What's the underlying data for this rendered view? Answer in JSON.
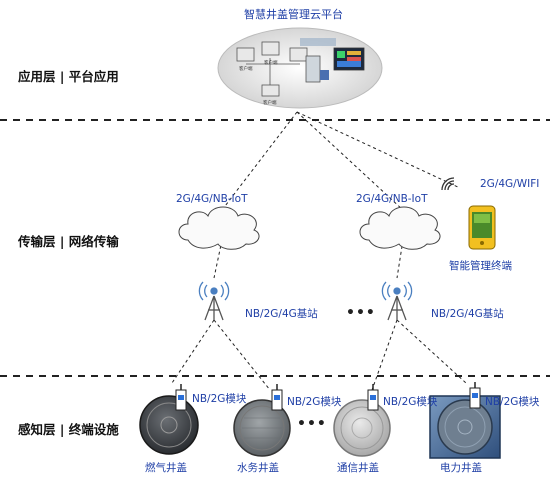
{
  "platform": {
    "title": "智慧井盖管理云平台"
  },
  "layers": {
    "application": "应用层 | 平台应用",
    "transport": "传输层 | 网络传输",
    "perception": "感知层 | 终端设施"
  },
  "network": {
    "cloud_left": "2G/4G/NB-IoT",
    "cloud_right": "2G/4G/NB-IoT",
    "wifi": "2G/4G/WIFI",
    "terminal": "智能管理终端",
    "station_left": "NB/2G/4G基站",
    "station_right": "NB/2G/4G基站",
    "ellipsis_mid": "•••",
    "ellipsis_bottom": "•••"
  },
  "modules": [
    "NB/2G模块",
    "NB/2G模块",
    "NB/2G模块",
    "NB/2G模块"
  ],
  "covers": [
    "燃气井盖",
    "水务井盖",
    "通信井盖",
    "电力井盖"
  ],
  "platform_nodes": [
    "客户端",
    "客户端",
    "客户端"
  ],
  "colors": {
    "label_blue": "#1f3fa6",
    "divider": "#222222"
  }
}
